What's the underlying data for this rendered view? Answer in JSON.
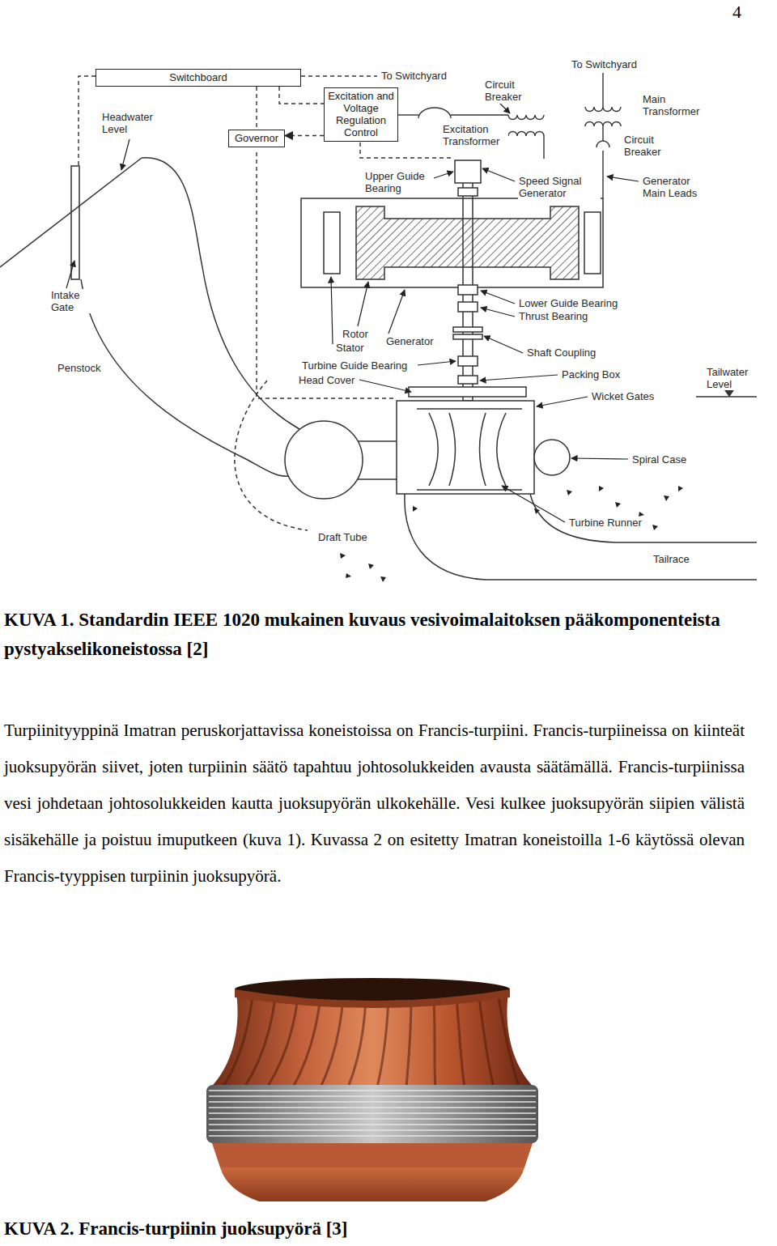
{
  "diagram": {
    "caption": "KUVA 1. Standardin IEEE 1020 mukainen kuvaus vesivoimalaitoksen pääkomponenteista pystyakselikoneistossa [2]",
    "nodes": [
      {
        "text": [
          "Switchboard"
        ]
      },
      {
        "text": [
          "Governor"
        ]
      },
      {
        "text": [
          "Excitation and Voltage Regulation Control"
        ]
      }
    ],
    "edges": [
      {
        "from": 0,
        "to": 1,
        "arrow": "none"
      },
      {
        "from": 0,
        "to": 2,
        "arrow": "none"
      },
      {
        "from": 2,
        "to": 1,
        "arrow": "to"
      }
    ],
    "labels": [
      "4",
      "Headwater Level",
      "To Switchyard",
      "Circuit Breaker",
      "Excitation Transformer",
      "To Switchyard",
      "Main Transformer",
      "Circuit Breaker",
      "Upper Guide Bearing",
      "Speed Signal Generator",
      "Generator Main Leads",
      "Intake Gate",
      "Penstock",
      "Rotor",
      "Stator",
      "Generator",
      "Turbine Guide Bearing",
      "Head Cover",
      "Lower Guide Bearing",
      "Thrust Bearing",
      "Shaft Coupling",
      "Packing Box",
      "Wicket Gates",
      "Tailwater Level",
      "Spiral Case",
      "Turbine Runner",
      "Draft Tube",
      "Tailrace",
      "Turpiinityyppinä Imatran peruskorjattavissa koneistoissa on Francis-turpiini. Francis-turpiineissa on kiinteät juoksupyörän siivet, joten turpiinin säätö tapahtuu johtosolukkeiden avausta säätämällä. Francis-turpiinissa vesi johdetaan johtosolukkeiden kautta juoksupyörän ulkokehälle. Vesi kulkee juoksupyörän siipien välistä sisäkehälle ja poistuu imuputkeen (kuva 1). Kuvassa 2 on esitetty Imatran koneistoilla 1-6 käytössä olevan Francis-tyyppisen turpiinin juoksupyörä.",
      "KUVA 2. Francis-turpiinin juoksupyörä [3]"
    ]
  }
}
